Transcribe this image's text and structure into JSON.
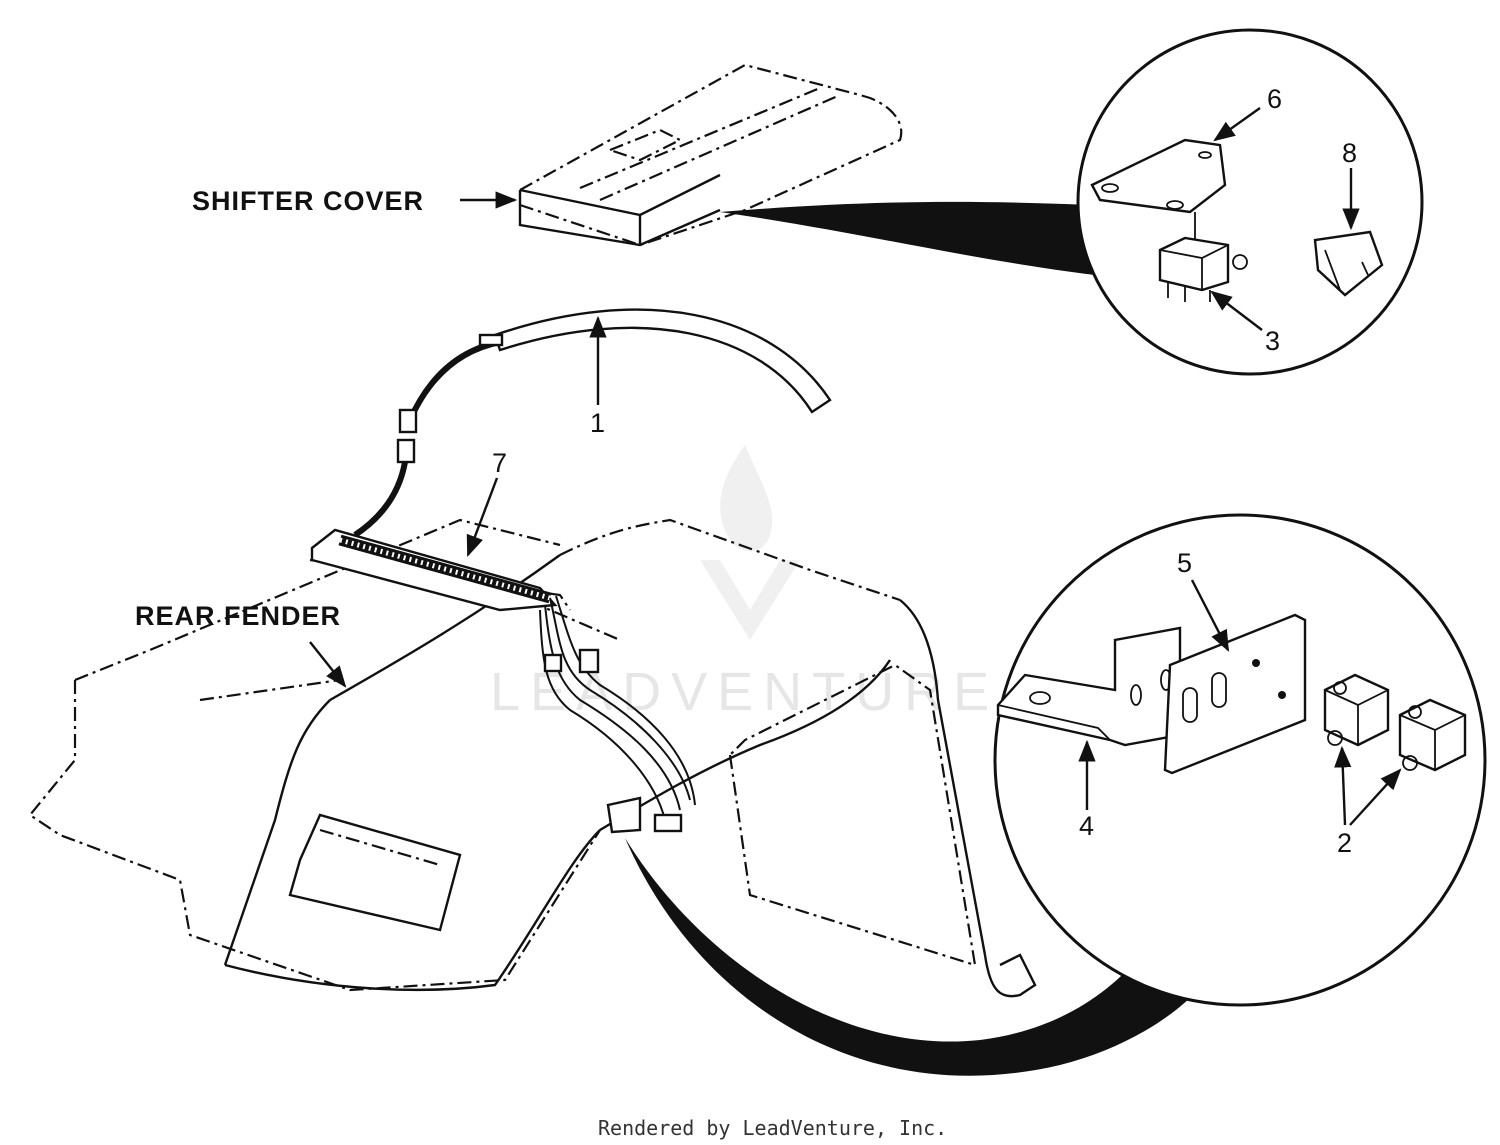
{
  "labels": {
    "shifter_cover": "SHIFTER COVER",
    "rear_fender": "REAR FENDER"
  },
  "callouts": {
    "c1": "1",
    "c2": "2",
    "c3": "3",
    "c4": "4",
    "c5": "5",
    "c6": "6",
    "c7": "7",
    "c8": "8"
  },
  "watermark": "LEADVENTURE",
  "footer": "Rendered by LeadVenture, Inc.",
  "colors": {
    "ink": "#111111",
    "background": "#ffffff",
    "watermark": "#e6e6e6"
  }
}
